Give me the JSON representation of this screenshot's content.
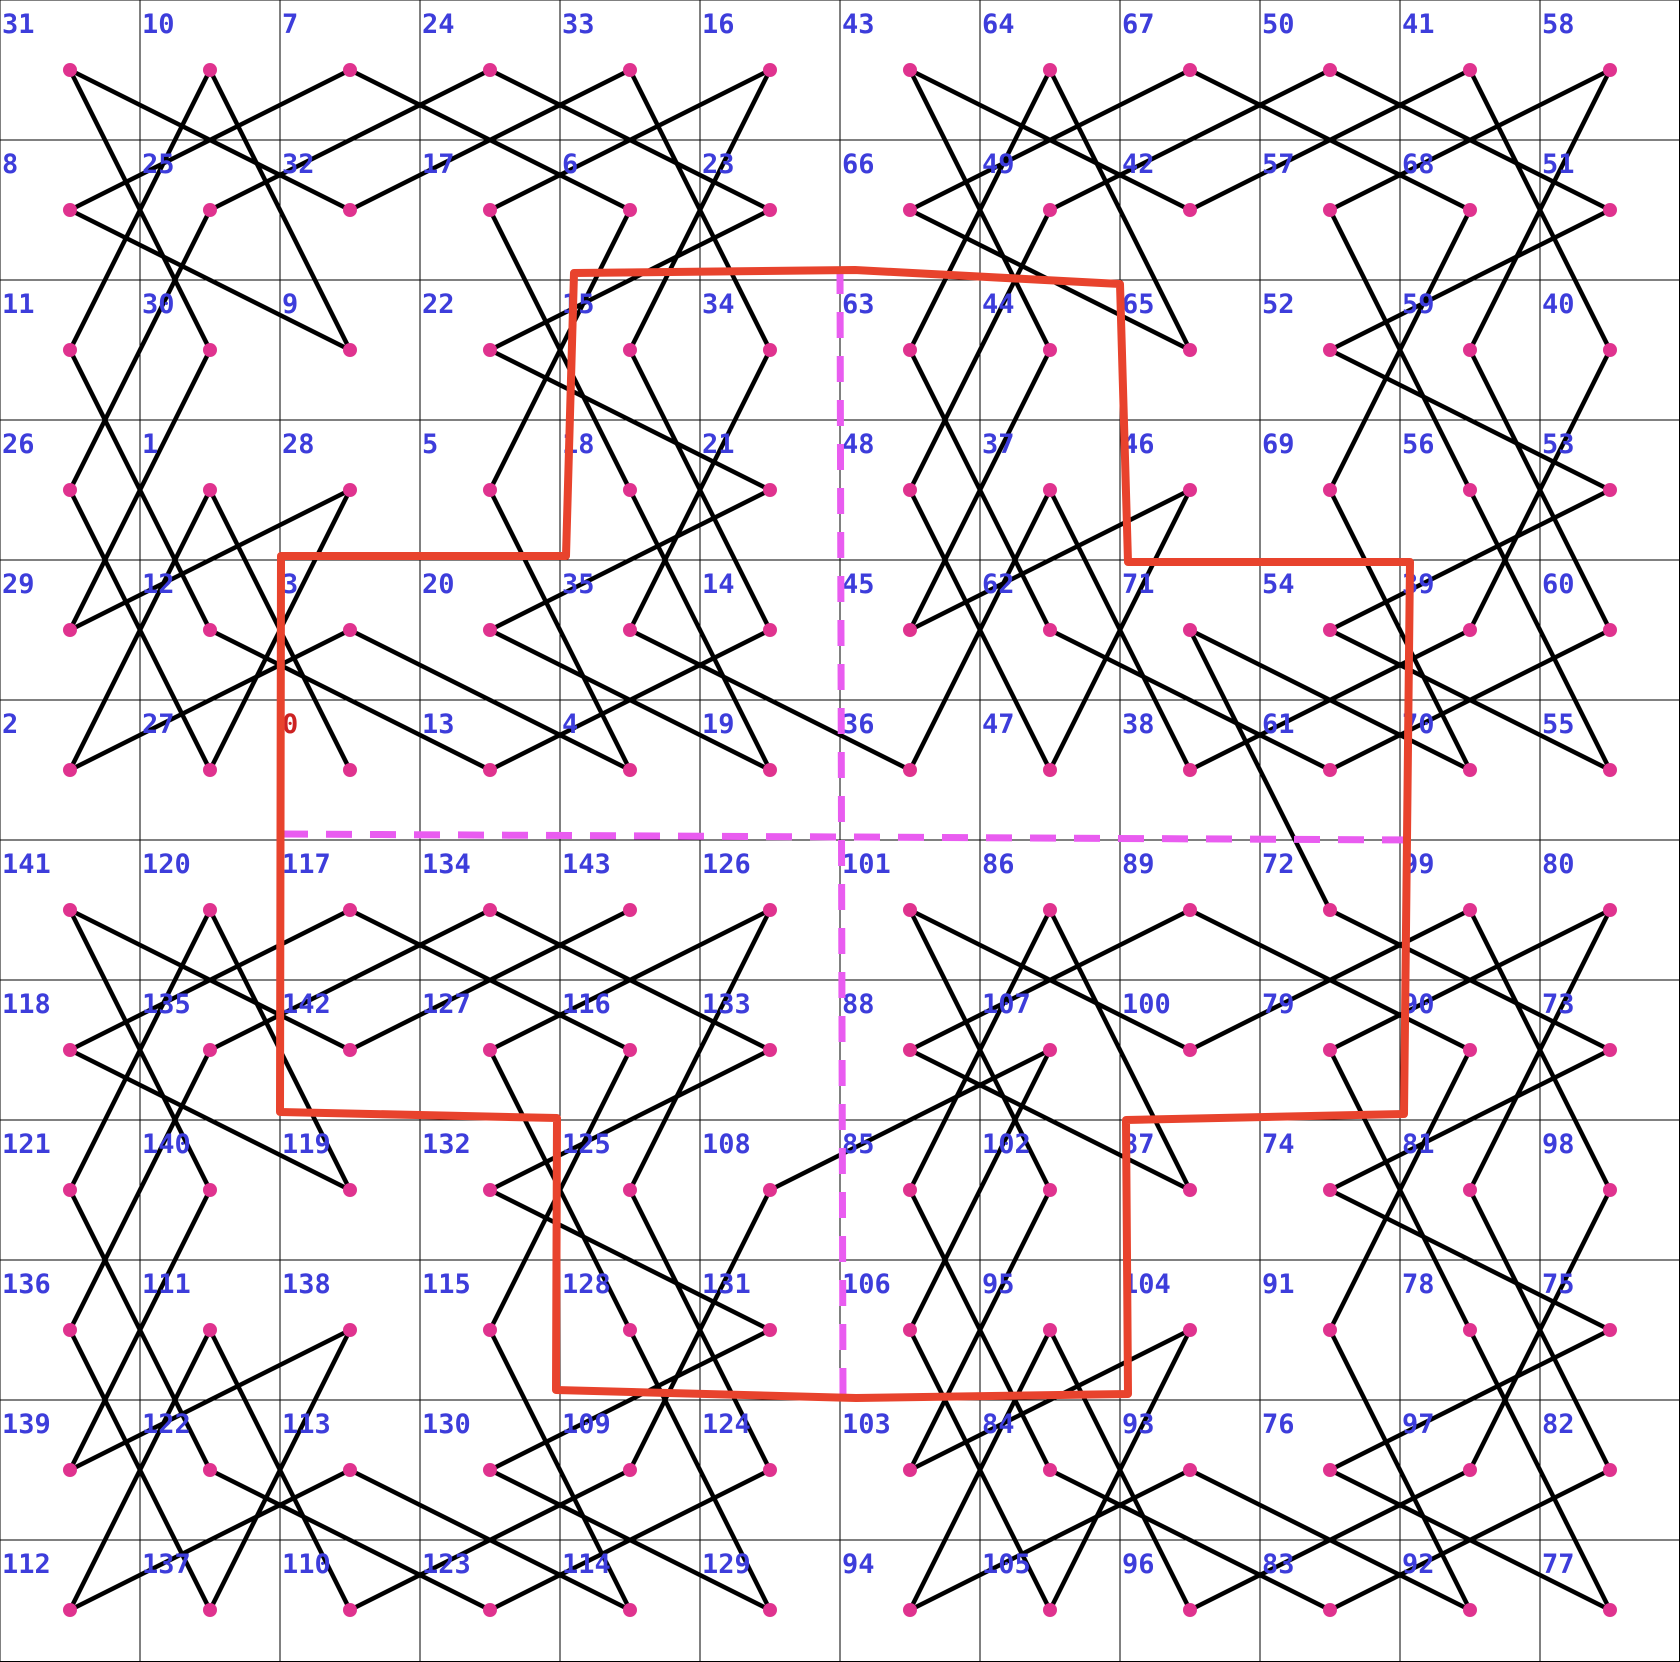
{
  "board": {
    "rows": 12,
    "cols": 12,
    "colors": {
      "label": "#3d3ddb",
      "label_highlight": "#cc2222",
      "dot": "#e0338f",
      "line": "#000000",
      "quadrant_dash": "#e95cf0",
      "cross_outline": "#e8432d"
    },
    "labels": [
      [
        "31",
        "10",
        "7",
        "24",
        "33",
        "16",
        "43",
        "64",
        "67",
        "50",
        "41",
        "58"
      ],
      [
        "8",
        "25",
        "32",
        "17",
        "6",
        "23",
        "66",
        "49",
        "42",
        "57",
        "68",
        "51"
      ],
      [
        "11",
        "30",
        "9",
        "22",
        "15",
        "34",
        "63",
        "44",
        "65",
        "52",
        "59",
        "40"
      ],
      [
        "26",
        "1",
        "28",
        "5",
        "18",
        "21",
        "48",
        "37",
        "46",
        "69",
        "56",
        "53"
      ],
      [
        "29",
        "12",
        "3",
        "20",
        "35",
        "14",
        "45",
        "62",
        "71",
        "54",
        "39",
        "60"
      ],
      [
        "2",
        "27",
        "0",
        "13",
        "4",
        "19",
        "36",
        "47",
        "38",
        "61",
        "70",
        "55"
      ],
      [
        "141",
        "120",
        "117",
        "134",
        "143",
        "126",
        "101",
        "86",
        "89",
        "72",
        "99",
        "80"
      ],
      [
        "118",
        "135",
        "142",
        "127",
        "116",
        "133",
        "88",
        "107",
        "100",
        "79",
        "90",
        "73"
      ],
      [
        "121",
        "140",
        "119",
        "132",
        "125",
        "108",
        "85",
        "102",
        "87",
        "74",
        "81",
        "98"
      ],
      [
        "136",
        "111",
        "138",
        "115",
        "128",
        "131",
        "106",
        "95",
        "104",
        "91",
        "78",
        "75"
      ],
      [
        "139",
        "122",
        "113",
        "130",
        "109",
        "124",
        "103",
        "84",
        "93",
        "76",
        "97",
        "82"
      ],
      [
        "112",
        "137",
        "110",
        "123",
        "114",
        "129",
        "94",
        "105",
        "96",
        "83",
        "92",
        "77"
      ]
    ],
    "highlighted_label": "0",
    "knight_tour": [
      [
        0,
        0
      ],
      [
        1,
        2
      ],
      [
        0,
        4
      ],
      [
        2,
        5
      ],
      [
        3,
        3
      ],
      [
        1,
        4
      ],
      [
        0,
        6
      ],
      [
        2,
        5
      ]
    ]
  }
}
